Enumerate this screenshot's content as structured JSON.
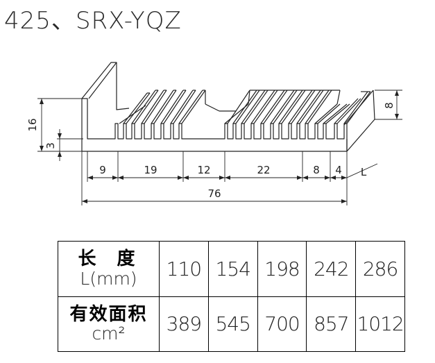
{
  "title": "425、SRX-YQZ",
  "dimensions": {
    "height_total": "16",
    "base_thickness": "3",
    "right_height": "8",
    "seg_1": "9",
    "seg_2": "19",
    "seg_3": "12",
    "seg_4": "22",
    "seg_5": "8",
    "seg_6": "4",
    "total_width": "76",
    "length": "L"
  },
  "table": {
    "row_length": {
      "label_cn": "长度",
      "label_unit": "L(mm)",
      "values": [
        "110",
        "154",
        "198",
        "242",
        "286"
      ]
    },
    "row_area": {
      "label_cn": "有效面积",
      "label_unit": "cm²",
      "values": [
        "389",
        "545",
        "700",
        "857",
        "1012"
      ]
    }
  }
}
